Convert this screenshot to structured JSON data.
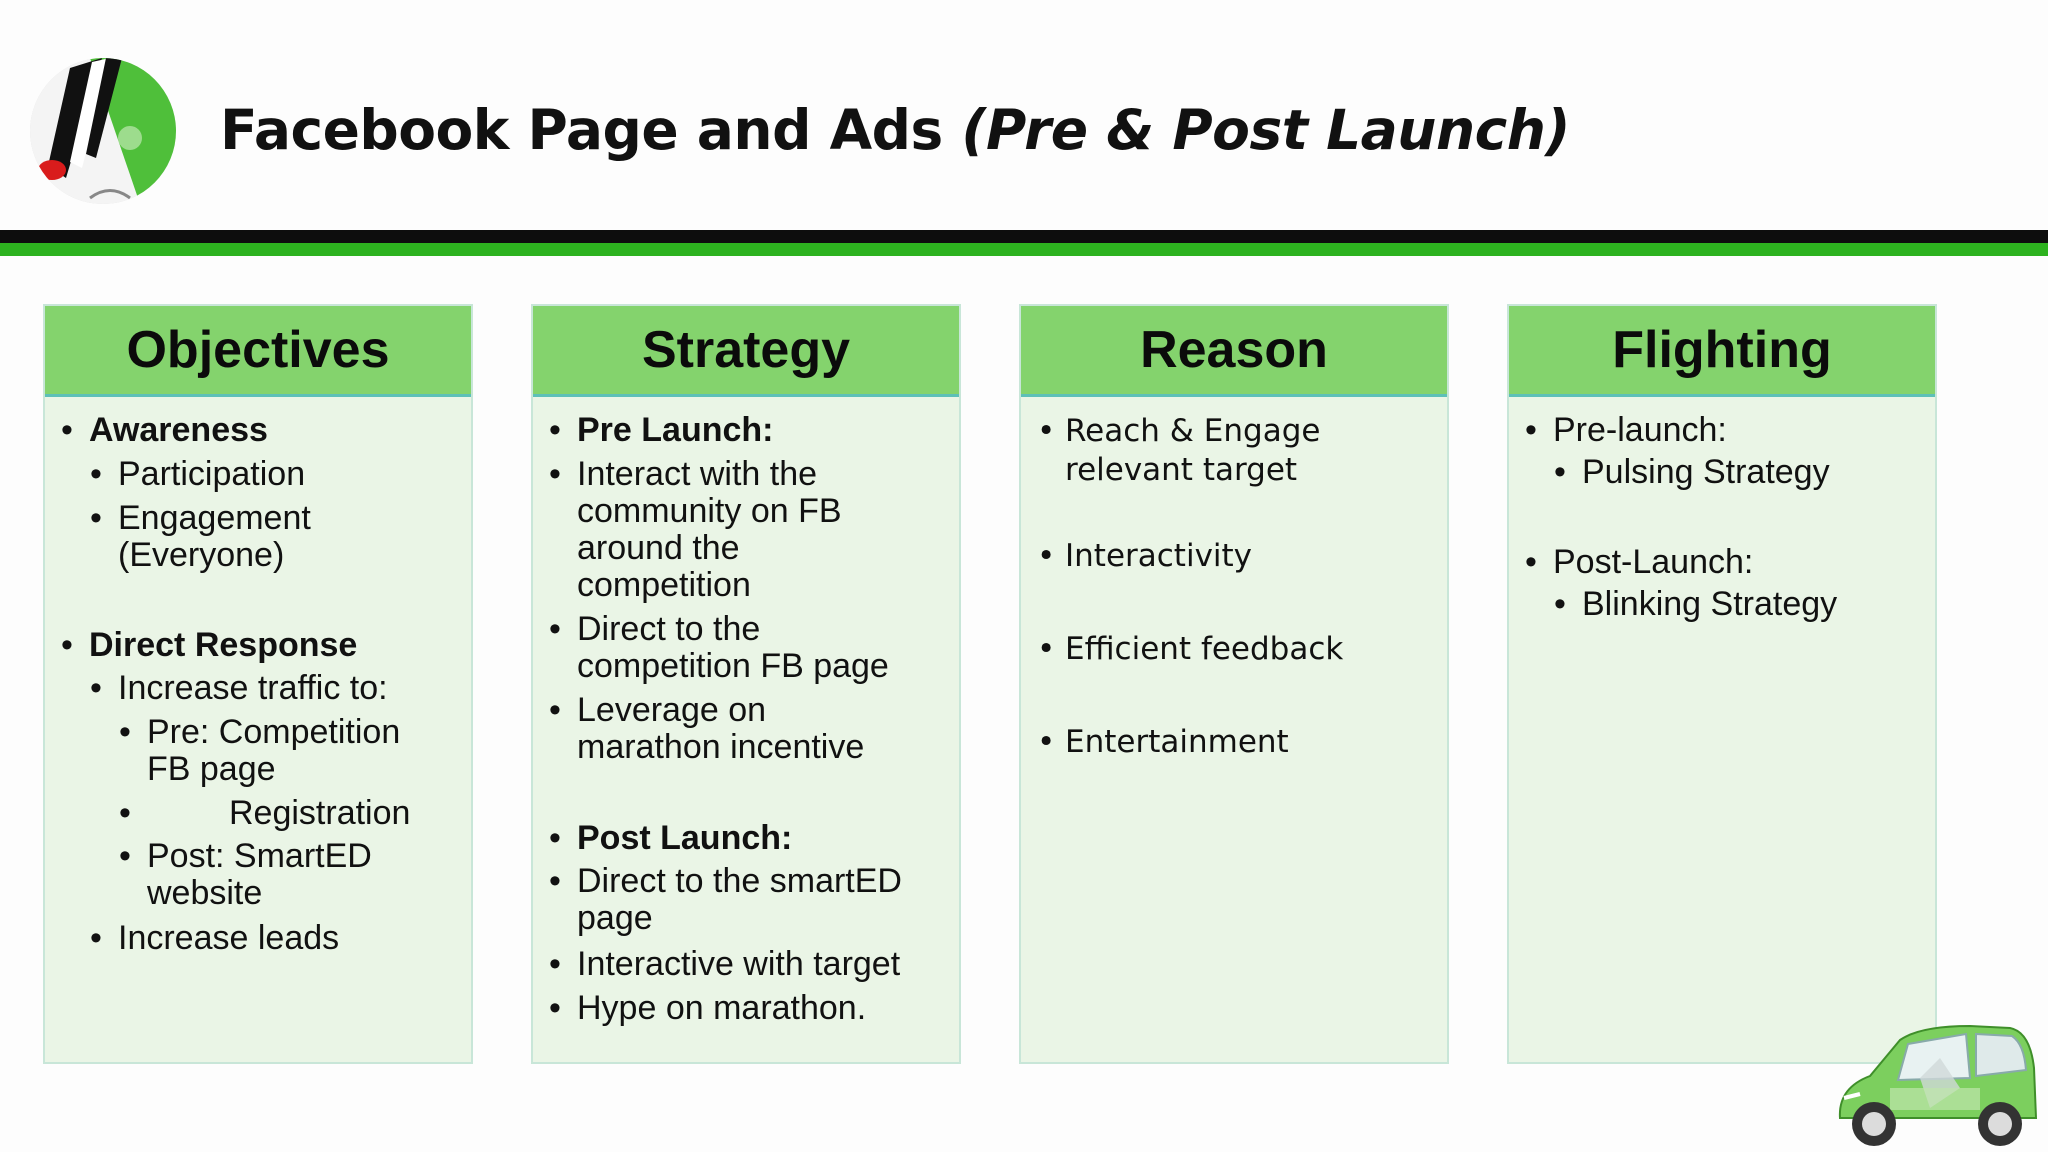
{
  "title": {
    "main": "Facebook Page and Ads ",
    "sub": "(Pre & Post Launch)"
  },
  "columns": [
    {
      "header": "Objectives",
      "items": [
        {
          "level": 0,
          "bold": true,
          "lines": [
            "Awareness"
          ]
        },
        {
          "level": 1,
          "bold": false,
          "lines": [
            "Participation"
          ]
        },
        {
          "level": 1,
          "bold": false,
          "lines": [
            "Engagement",
            "(Everyone)"
          ]
        },
        {
          "level": 0,
          "bold": true,
          "lines": [
            "Direct Response"
          ]
        },
        {
          "level": 1,
          "bold": false,
          "lines": [
            "Increase traffic to:"
          ]
        },
        {
          "level": 2,
          "bold": false,
          "lines": [
            "Pre: Competition",
            "FB page"
          ]
        },
        {
          "level": 2,
          "bold": false,
          "lines": [
            "Registration"
          ]
        },
        {
          "level": 2,
          "bold": false,
          "lines": [
            "Post: SmartED",
            "website"
          ]
        },
        {
          "level": 1,
          "bold": false,
          "lines": [
            "Increase leads"
          ]
        }
      ]
    },
    {
      "header": "Strategy",
      "items": [
        {
          "level": 0,
          "bold": true,
          "lines": [
            "Pre Launch:"
          ]
        },
        {
          "level": 0,
          "bold": false,
          "lines": [
            "Interact with the",
            "community on FB",
            "around the",
            "competition"
          ]
        },
        {
          "level": 0,
          "bold": false,
          "lines": [
            "Direct to the",
            "competition FB page"
          ]
        },
        {
          "level": 0,
          "bold": false,
          "lines": [
            "Leverage on",
            "marathon incentive"
          ]
        },
        {
          "level": 0,
          "bold": true,
          "lines": [
            "Post Launch:"
          ]
        },
        {
          "level": 0,
          "bold": false,
          "lines": [
            "Direct to the smartED",
            "page"
          ]
        },
        {
          "level": 0,
          "bold": false,
          "lines": [
            "Interactive with target"
          ]
        },
        {
          "level": 0,
          "bold": false,
          "lines": [
            "Hype on marathon."
          ]
        }
      ]
    },
    {
      "header": "Reason",
      "items": [
        {
          "level": 0,
          "bold": false,
          "lines": [
            "Reach & Engage",
            "relevant target"
          ]
        },
        {
          "level": 0,
          "bold": false,
          "lines": [
            "Interactivity"
          ]
        },
        {
          "level": 0,
          "bold": false,
          "lines": [
            "Efficient feedback"
          ]
        },
        {
          "level": 0,
          "bold": false,
          "lines": [
            "Entertainment"
          ]
        }
      ]
    },
    {
      "header": "Flighting",
      "items": [
        {
          "level": 0,
          "bold": false,
          "lines": [
            "Pre-launch:"
          ]
        },
        {
          "level": 1,
          "bold": false,
          "lines": [
            "Pulsing Strategy"
          ]
        },
        {
          "level": 0,
          "bold": false,
          "lines": [
            "Post-Launch:"
          ]
        },
        {
          "level": 1,
          "bold": false,
          "lines": [
            "Blinking Strategy"
          ]
        }
      ]
    }
  ],
  "colors": {
    "header_bg": "#84d36d",
    "body_bg": "#eaf5e6",
    "accent_green": "#2db21f",
    "accent_black": "#0d0d0d"
  }
}
